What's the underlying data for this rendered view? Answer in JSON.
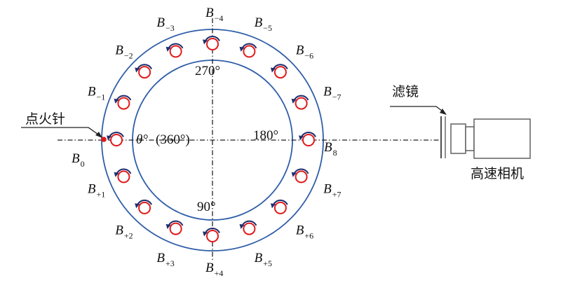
{
  "diagram": {
    "igniter_label": "点火针",
    "filter_label": "滤镜",
    "camera_label": "高速相机",
    "angle_top": "270°",
    "angle_bottom": "90°",
    "angle_right": "180°",
    "angle_left_symbol": "θ°",
    "angle_left_paren": "(360°)",
    "burner_prefix": "B",
    "burners": [
      {
        "sub": "0",
        "angle": 180
      },
      {
        "sub": "−1",
        "angle": 157.5
      },
      {
        "sub": "−2",
        "angle": 135
      },
      {
        "sub": "−3",
        "angle": 112.5
      },
      {
        "sub": "−4",
        "angle": 90
      },
      {
        "sub": "−5",
        "angle": 67.5
      },
      {
        "sub": "−6",
        "angle": 45
      },
      {
        "sub": "−7",
        "angle": 22.5
      },
      {
        "sub": "8",
        "angle": 0
      },
      {
        "sub": "+7",
        "angle": -22.5
      },
      {
        "sub": "+6",
        "angle": -45
      },
      {
        "sub": "+5",
        "angle": -67.5
      },
      {
        "sub": "+4",
        "angle": -90
      },
      {
        "sub": "+3",
        "angle": -112.5
      },
      {
        "sub": "+2",
        "angle": -135
      },
      {
        "sub": "+1",
        "angle": -157.5
      }
    ],
    "colors": {
      "ring": "#2f5ea8",
      "burner": "#e01b1b",
      "swirl": "#1f2f6e",
      "igniter_dot": "#e01b1b",
      "line": "#222222"
    }
  }
}
